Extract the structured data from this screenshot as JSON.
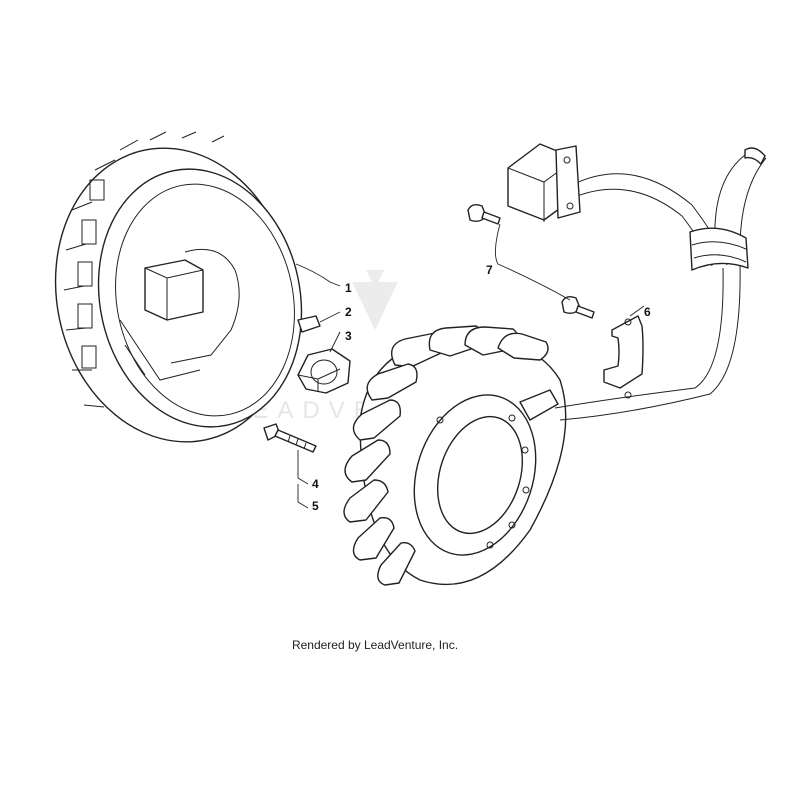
{
  "diagram": {
    "callouts": [
      {
        "id": "1",
        "text": "1"
      },
      {
        "id": "2",
        "text": "2"
      },
      {
        "id": "3",
        "text": "3"
      },
      {
        "id": "4",
        "text": "4"
      },
      {
        "id": "5",
        "text": "5"
      },
      {
        "id": "6",
        "text": "6"
      },
      {
        "id": "7",
        "text": "7"
      }
    ],
    "watermark": "LEADVENTURE",
    "credit": "Rendered by LeadVenture, Inc."
  }
}
